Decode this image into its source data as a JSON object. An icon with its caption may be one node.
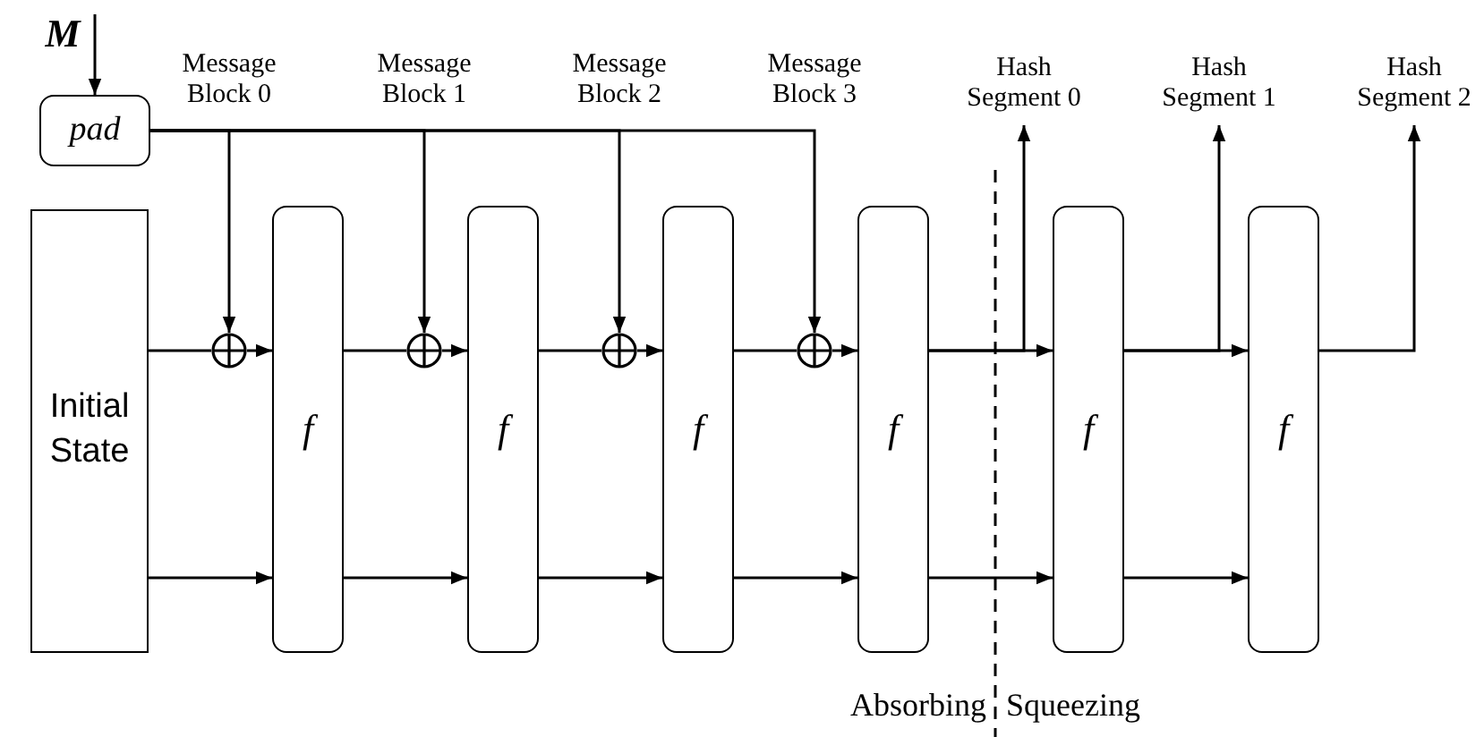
{
  "diagram": {
    "nodes": [
      {
        "text": [
          "M"
        ]
      },
      {
        "text": [
          "pad"
        ]
      },
      {
        "text": [
          "Initial State"
        ]
      },
      {
        "text": [
          "f"
        ]
      },
      {
        "text": [
          "f"
        ]
      },
      {
        "text": [
          "f"
        ]
      },
      {
        "text": [
          "f"
        ]
      },
      {
        "text": [
          "f"
        ]
      },
      {
        "text": [
          "f"
        ]
      },
      {
        "text": [],
        "shape": "circle"
      },
      {
        "text": [],
        "shape": "circle"
      },
      {
        "text": [],
        "shape": "circle"
      },
      {
        "text": [],
        "shape": "circle"
      },
      {
        "text": [
          "Hash Segment 0"
        ]
      },
      {
        "text": [
          "Hash Segment 1"
        ]
      },
      {
        "text": [
          "Hash Segment 2"
        ]
      }
    ],
    "edges": [
      {
        "from": 0,
        "to": 1,
        "arrow": "to"
      },
      {
        "from": 1,
        "to": 9,
        "arrow": "to"
      },
      {
        "from": 1,
        "to": 10,
        "arrow": "to"
      },
      {
        "from": 1,
        "to": 11,
        "arrow": "to"
      },
      {
        "from": 1,
        "to": 12,
        "arrow": "to"
      },
      {
        "from": 2,
        "to": 9,
        "arrow": "none"
      },
      {
        "from": 9,
        "to": 3,
        "arrow": "to"
      },
      {
        "from": 2,
        "to": 3,
        "arrow": "to"
      },
      {
        "from": 3,
        "to": 10,
        "arrow": "none"
      },
      {
        "from": 10,
        "to": 4,
        "arrow": "to"
      },
      {
        "from": 3,
        "to": 4,
        "arrow": "to"
      },
      {
        "from": 4,
        "to": 11,
        "arrow": "none"
      },
      {
        "from": 11,
        "to": 5,
        "arrow": "to"
      },
      {
        "from": 4,
        "to": 5,
        "arrow": "to"
      },
      {
        "from": 5,
        "to": 12,
        "arrow": "none"
      },
      {
        "from": 12,
        "to": 6,
        "arrow": "to"
      },
      {
        "from": 5,
        "to": 6,
        "arrow": "to"
      },
      {
        "from": 6,
        "to": 7,
        "arrow": "to"
      },
      {
        "from": 6,
        "to": 13,
        "arrow": "to"
      },
      {
        "from": 6,
        "to": 7,
        "arrow": "to"
      },
      {
        "from": 7,
        "to": 8,
        "arrow": "to"
      },
      {
        "from": 7,
        "to": 14,
        "arrow": "to"
      },
      {
        "from": 7,
        "to": 8,
        "arrow": "to"
      },
      {
        "from": 8,
        "to": 15,
        "arrow": "to"
      }
    ],
    "labels": [
      "Message Block 0",
      "Message Block 1",
      "Message Block 2",
      "Message Block 3",
      "Absorbing",
      "Squeezing"
    ]
  }
}
